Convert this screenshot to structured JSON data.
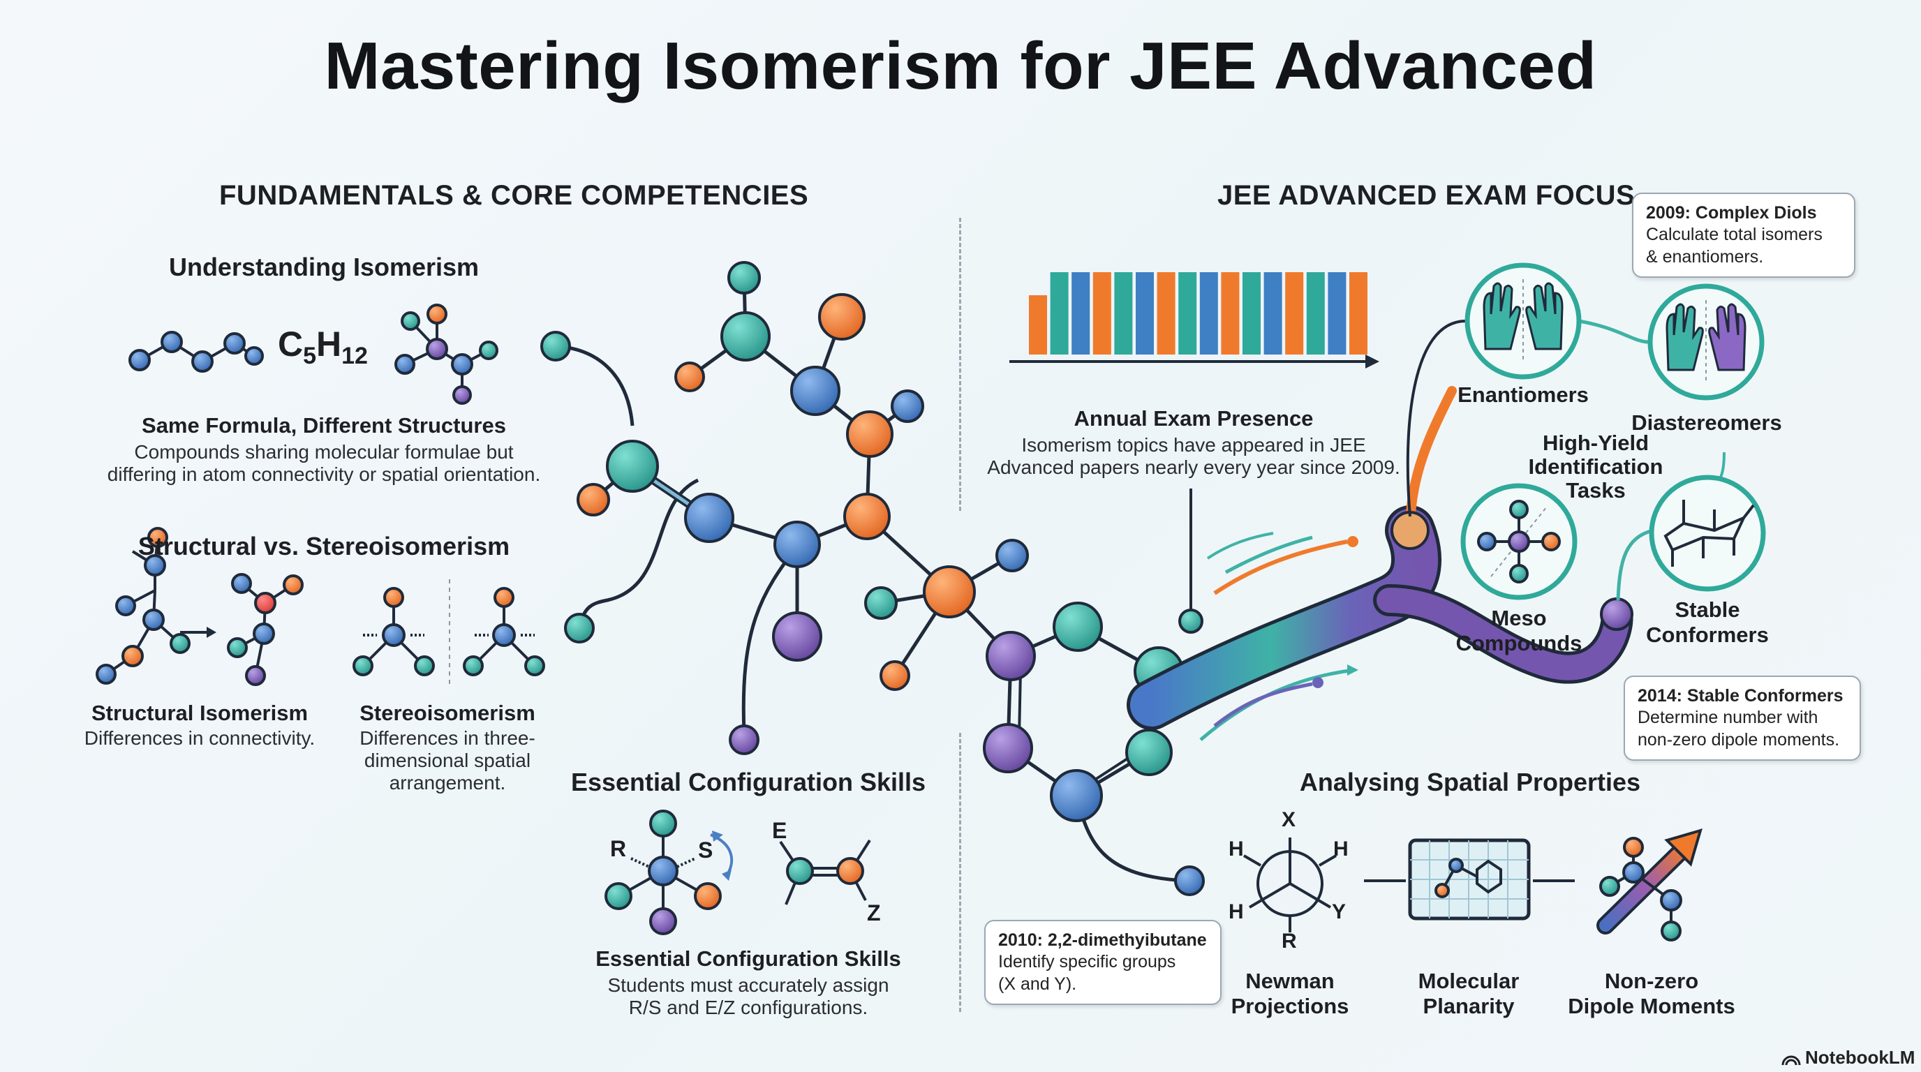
{
  "title": "Mastering Isomerism for JEE Advanced",
  "left": {
    "section_title": "FUNDAMENTALS & CORE COMPETENCIES",
    "understanding": {
      "heading": "Understanding Isomerism",
      "formula_main": "C",
      "formula_sub1": "5",
      "formula_h": "H",
      "formula_sub2": "12",
      "subheading": "Same Formula, Different Structures",
      "body_line1": "Compounds sharing molecular formulae but",
      "body_line2": "differing in atom connectivity or spatial orientation."
    },
    "structural_vs_stereo": {
      "heading": "Structural vs. Stereoisomerism",
      "structural_label": "Structural Isomerism",
      "structural_desc": "Differences in connectivity.",
      "stereo_label": "Stereoisomerism",
      "stereo_desc_line1": "Differences in three-",
      "stereo_desc_line2": "dimensional spatial",
      "stereo_desc_line3": "arrangement."
    },
    "config_skills": {
      "heading": "Essential Configuration Skills",
      "label_r": "R",
      "label_s": "S",
      "label_e": "E",
      "label_z": "Z",
      "subheading": "Essential Configuration Skills",
      "body_line1": "Students must accurately assign",
      "body_line2": "R/S and E/Z configurations."
    }
  },
  "right": {
    "section_title": "JEE ADVANCED EXAM FOCUS",
    "annual": {
      "heading": "Annual Exam Presence",
      "body_line1": "Isomerism topics have appeared in JEE",
      "body_line2": "Advanced papers nearly every year since 2009."
    },
    "callout_2009": {
      "title": "2009: Complex Diols",
      "line1": "Calculate total isomers",
      "line2": "& enantiomers."
    },
    "callout_2014": {
      "title": "2014: Stable Conformers",
      "line1": "Determine number with",
      "line2": "non-zero dipole moments."
    },
    "callout_2010": {
      "title": "2010: 2,2-dimethyibutane",
      "line1": "Identify specific groups",
      "line2": "(X and Y)."
    },
    "tasks": {
      "enantiomers": "Enantiomers",
      "diastereomers": "Diastereomers",
      "center_line1": "High-Yield",
      "center_line2": "Identification",
      "center_line3": "Tasks",
      "meso_line1": "Meso",
      "meso_line2": "Compounds",
      "stable_line1": "Stable",
      "stable_line2": "Conformers"
    },
    "spatial": {
      "heading": "Analysing Spatial Properties",
      "newman_line1": "Newman",
      "newman_line2": "Projections",
      "planarity_line1": "Molecular",
      "planarity_line2": "Planarity",
      "dipole_line1": "Non-zero",
      "dipole_line2": "Dipole Moments",
      "newman_x": "X",
      "newman_y": "Y",
      "newman_r": "R",
      "newman_h1": "H",
      "newman_h2": "H",
      "newman_h3": "H"
    }
  },
  "brand": "NotebookLM",
  "colors": {
    "teal": "#2fa99a",
    "blue": "#3f7fc4",
    "orange": "#f07a2c",
    "purple": "#7b5fb0",
    "dark": "#1f2a3a"
  },
  "chart_data": {
    "type": "bar",
    "bar_count": 16,
    "values": [
      0.72,
      1,
      1,
      1,
      1,
      1,
      1,
      1,
      1,
      1,
      1,
      1,
      1,
      1,
      1,
      1
    ]
  }
}
